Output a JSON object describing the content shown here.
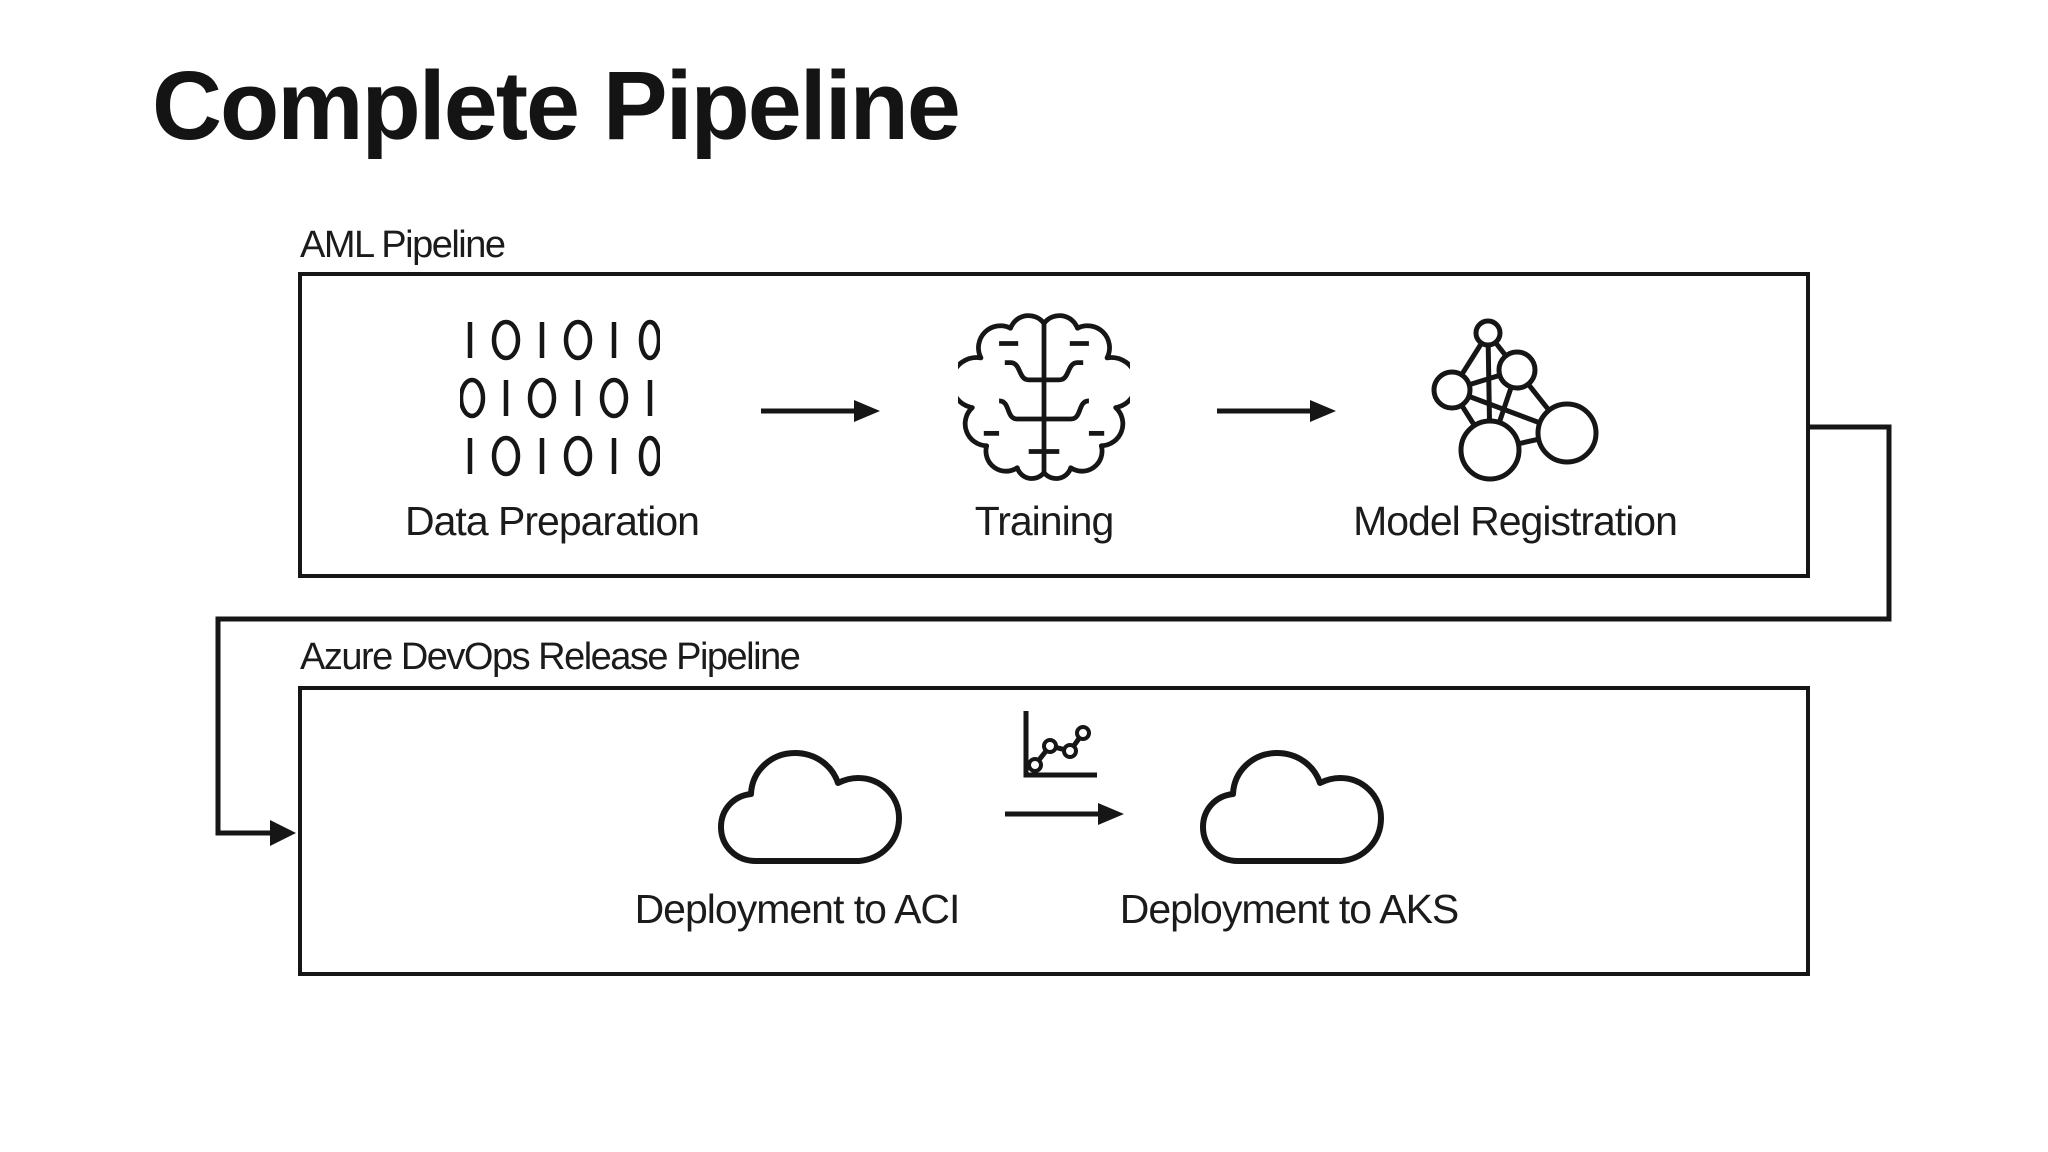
{
  "title": "Complete Pipeline",
  "colors": {
    "ink": "#161616",
    "background": "#ffffff"
  },
  "aml_pipeline": {
    "label": "AML Pipeline",
    "stations": [
      {
        "label": "Data Preparation",
        "icon": "binary-data-icon",
        "icon_rows": [
          "101010",
          "010101",
          "101010"
        ]
      },
      {
        "label": "Training",
        "icon": "brain-icon"
      },
      {
        "label": "Model Registration",
        "icon": "neural-network-icon"
      }
    ]
  },
  "devops_pipeline": {
    "label": "Azure DevOps Release Pipeline",
    "stations": [
      {
        "label": "Deployment to ACI",
        "icon": "cloud-icon"
      },
      {
        "label": "Deployment to AKS",
        "icon": "cloud-icon"
      }
    ],
    "arrow_badge_icon": "line-chart-icon"
  }
}
